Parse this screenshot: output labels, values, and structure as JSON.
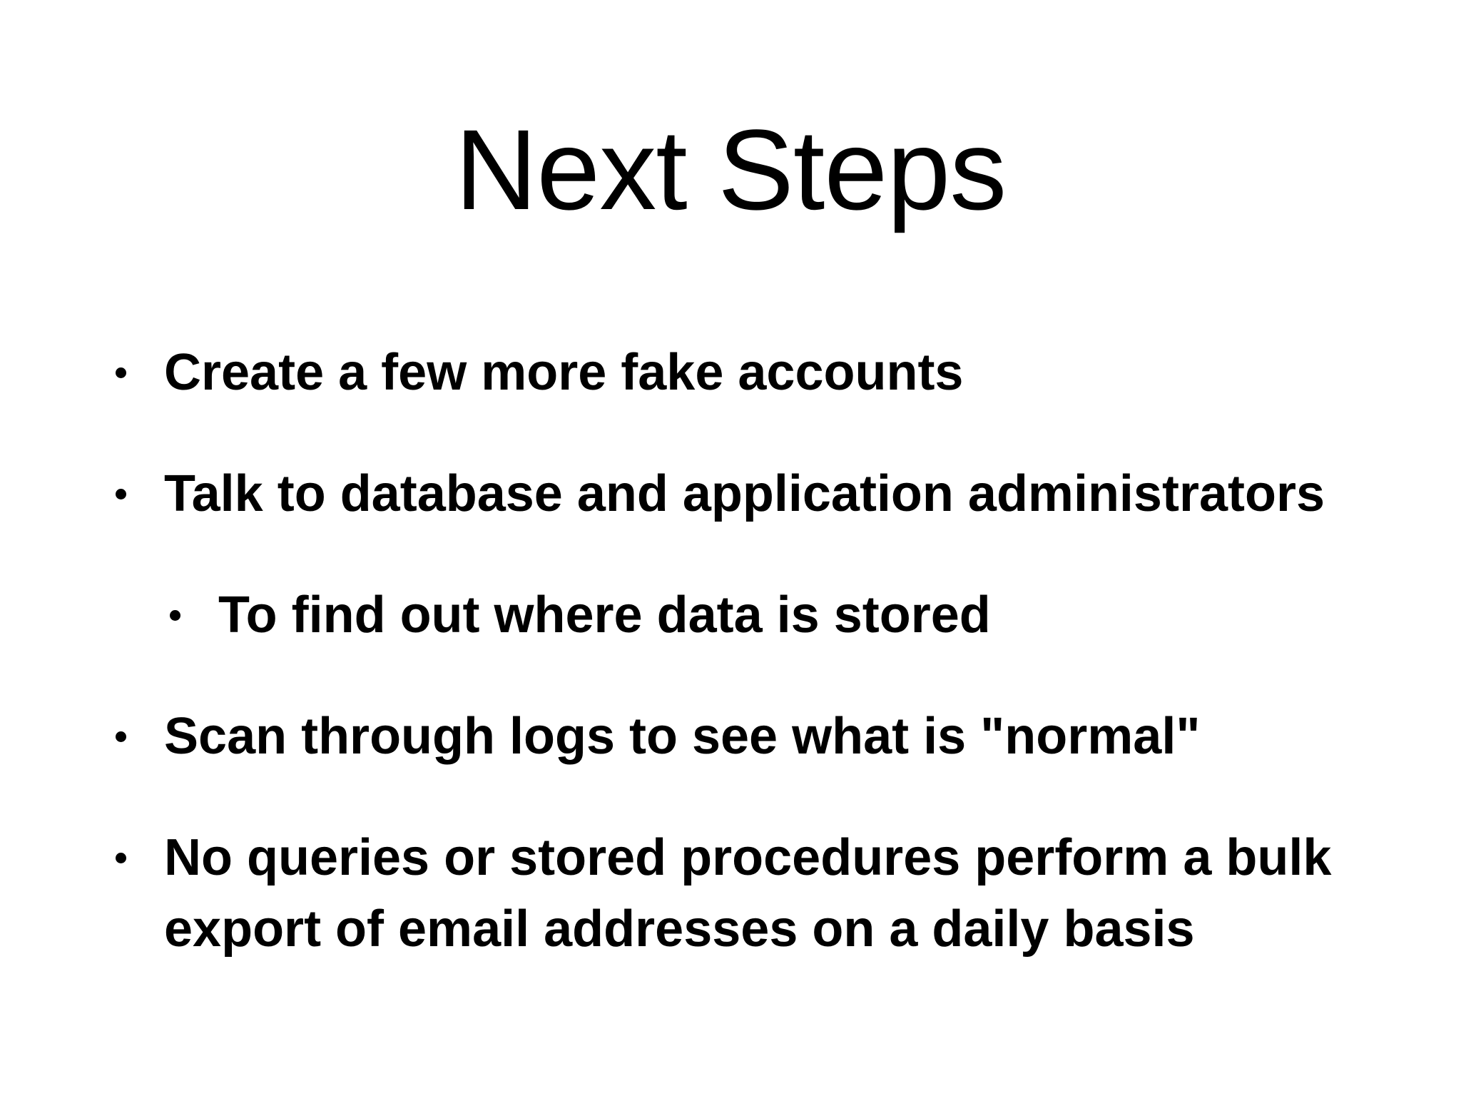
{
  "slide": {
    "title": "Next Steps",
    "bullets": [
      {
        "level": 1,
        "text": "Create a few more fake accounts"
      },
      {
        "level": 1,
        "text": "Talk to database and application administrators"
      },
      {
        "level": 2,
        "text": "To find out where data is stored"
      },
      {
        "level": 1,
        "text": "Scan through logs to see what is \"normal\""
      },
      {
        "level": 1,
        "text": "No queries or stored procedures perform a bulk\nexport of email addresses on a daily basis"
      }
    ],
    "colors": {
      "background": "#ffffff",
      "text": "#000000"
    }
  }
}
